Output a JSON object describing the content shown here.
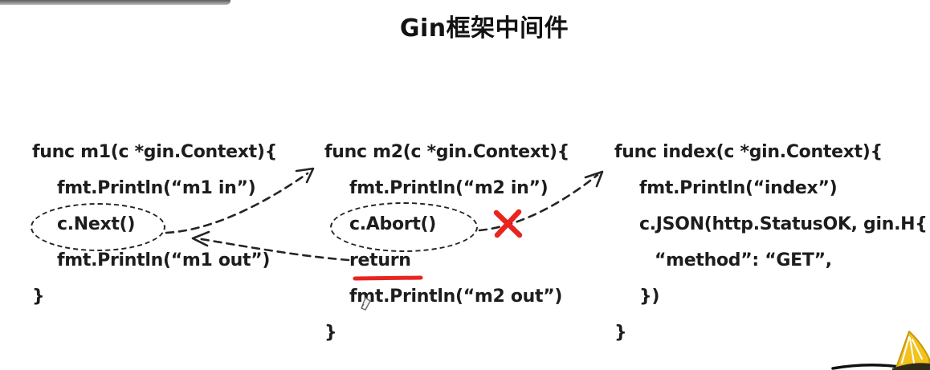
{
  "title": "Gin框架中间件",
  "code_blocks": [
    {
      "name": "m1",
      "lines": [
        "func m1(c *gin.Context){",
        "fmt.Println(“m1 in”)",
        "c.Next()",
        "fmt.Println(“m1 out”)",
        "}"
      ]
    },
    {
      "name": "m2",
      "lines": [
        "func m2(c *gin.Context){",
        "fmt.Println(“m2 in”)",
        "c.Abort()",
        "return",
        "fmt.Println(“m2 out”)",
        "}"
      ]
    },
    {
      "name": "index",
      "lines": [
        "func index(c *gin.Context){",
        "fmt.Println(“index”)",
        "c.JSON(http.StatusOK, gin.H{",
        "“method”: “GET”,",
        "})",
        "}"
      ]
    }
  ],
  "annotations": {
    "circled_calls": [
      "c.Next()",
      "c.Abort()"
    ],
    "underlined_word": "return",
    "blocked_path_marker": "red-x-between-c.Abort-and-index",
    "arrows": [
      "c.Next() to m2",
      "m2 return back to c.Next()",
      "c.Abort() toward index (blocked)"
    ]
  },
  "icons": {
    "pen_cursor": "annotation pen cursor near fmt in m2 out line",
    "lemon_logo": "yellow wedge logo bottom-right corner"
  },
  "colors": {
    "ink": "#1d1d1d",
    "annotation_red": "#e8251f",
    "lemon_yellow": "#f2c21d",
    "background": "#ffffff"
  }
}
